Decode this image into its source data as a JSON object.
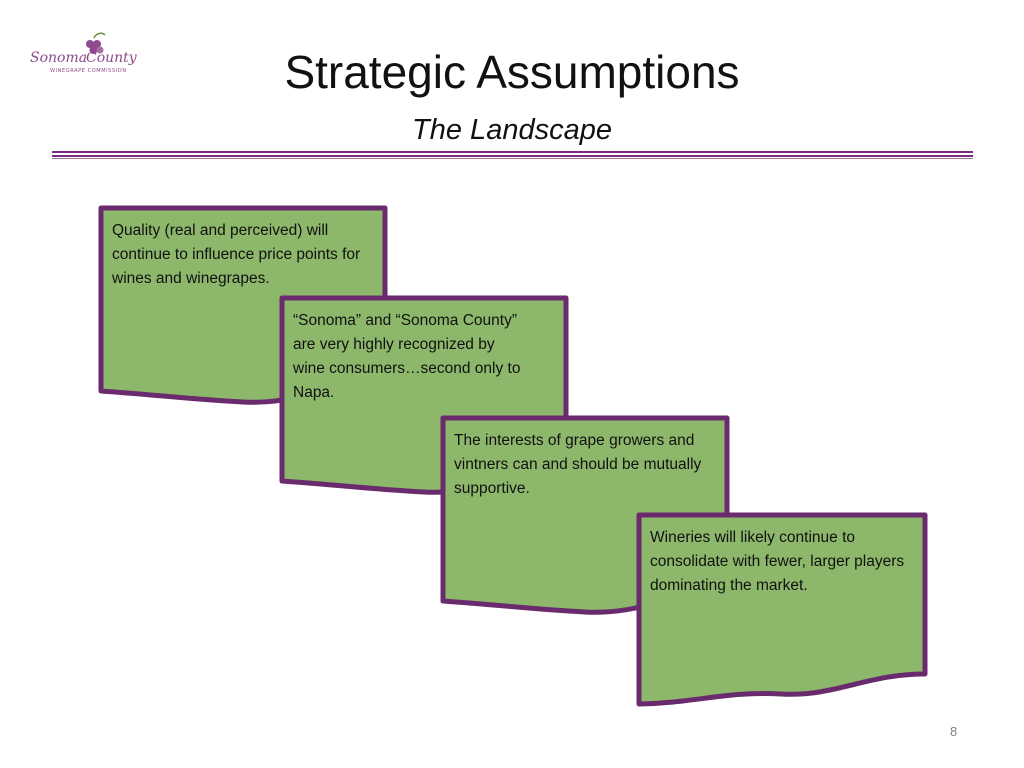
{
  "header": {
    "logo_text_top": "Sonoma County",
    "logo_text_bottom": "WINEGRAPE COMMISSION",
    "title": "Strategic Assumptions",
    "subtitle": "The Landscape"
  },
  "cards": [
    {
      "text": "Quality (real and perceived) will continue to influence price points for wines and winegrapes."
    },
    {
      "text": "“Sonoma” and “Sonoma County” are very highly recognized by wine consumers…second only to Napa."
    },
    {
      "text": "The interests of grape growers and vintners can and should be mutually supportive."
    },
    {
      "text": "Wineries will likely continue to consolidate with fewer, larger players dominating the market."
    }
  ],
  "footer": {
    "page_number": "8"
  },
  "colors": {
    "card_fill": "#8db86b",
    "card_border": "#6a2a6e",
    "rule": "#7b2c7f"
  }
}
